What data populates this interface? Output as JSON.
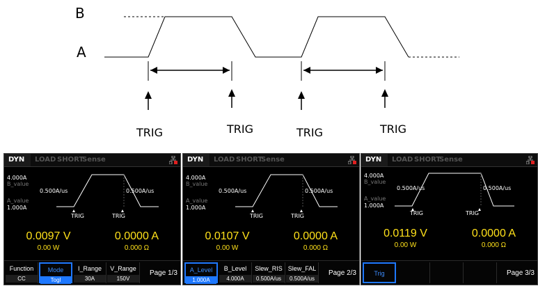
{
  "diagram": {
    "level_b": "B",
    "level_a": "A",
    "trig_labels": [
      "TRIG",
      "TRIG",
      "TRIG",
      "TRIG"
    ]
  },
  "screens": [
    {
      "tabs": [
        "DYN",
        "LOAD",
        "SHORT",
        "Sense"
      ],
      "wave": {
        "b_current": "4.000A",
        "b_name": "B_value",
        "a_name": "A_value",
        "a_current": "1.000A",
        "rise_rate": "0.500A/us",
        "fall_rate": "0.500A/us",
        "trig1": "TRIG",
        "trig2": "TRIG"
      },
      "voltage": "0.0097 V",
      "power": "0.00 W",
      "current": "0.0000 A",
      "resistance": "0.000 Ω",
      "softkeys": [
        {
          "label": "Function",
          "value": "CC"
        },
        {
          "label": "Mode",
          "value": "Togl"
        },
        {
          "label": "I_Range",
          "value": "30A"
        },
        {
          "label": "V_Range",
          "value": "150V"
        }
      ],
      "page": "Page 1/3"
    },
    {
      "tabs": [
        "DYN",
        "LOAD",
        "SHORT",
        "Sense"
      ],
      "wave": {
        "b_current": "4.000A",
        "b_name": "B_value",
        "a_name": "A_value",
        "a_current": "1.000A",
        "rise_rate": "0.500A/us",
        "fall_rate": "0.500A/us",
        "trig1": "TRIG",
        "trig2": "TRIG"
      },
      "voltage": "0.0107 V",
      "power": "0.00 W",
      "current": "0.0000 A",
      "resistance": "0.000 Ω",
      "softkeys": [
        {
          "label": "A_Level",
          "value": "1.000A"
        },
        {
          "label": "B_Level",
          "value": "4.000A"
        },
        {
          "label": "Slew_RIS",
          "value": "0.500A/us"
        },
        {
          "label": "Slew_FAL",
          "value": "0.500A/us"
        }
      ],
      "page": "Page 2/3"
    },
    {
      "tabs": [
        "DYN",
        "LOAD",
        "SHORT",
        "Sense"
      ],
      "wave": {
        "b_current": "4.000A",
        "b_name": "B_value",
        "a_name": "A_value",
        "a_current": "1.000A",
        "rise_rate": "0.500A/us",
        "fall_rate": "0.500A/us",
        "trig1": "TRIG",
        "trig2": "TRIG"
      },
      "voltage": "0.0119 V",
      "power": "0.00 W",
      "current": "0.0000 A",
      "resistance": "0.000 Ω",
      "softkeys": [
        {
          "label": "Trig",
          "value": ""
        }
      ],
      "page": "Page 3/3"
    }
  ]
}
